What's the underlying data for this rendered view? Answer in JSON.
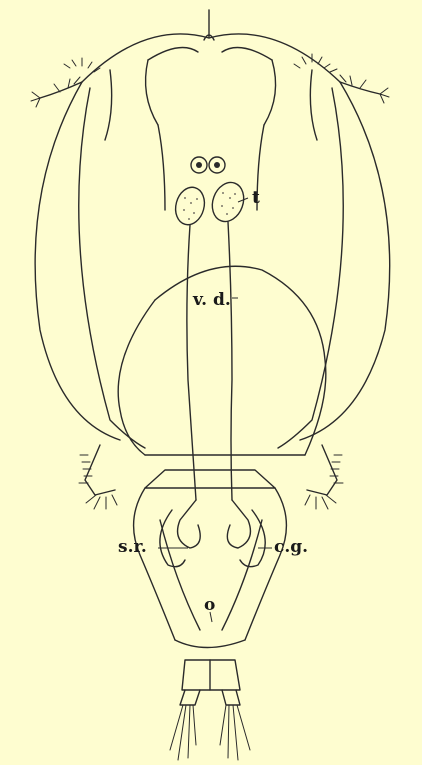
{
  "labels": {
    "testis": "t",
    "vas_deferens": "v. d.",
    "seminal_receptacle": "s.r.",
    "cement_gland": "c.g.",
    "opening": "o"
  },
  "colors": {
    "background": "#fefdd0",
    "ink": "#2a2a2a",
    "stipple": "#7a776a"
  }
}
